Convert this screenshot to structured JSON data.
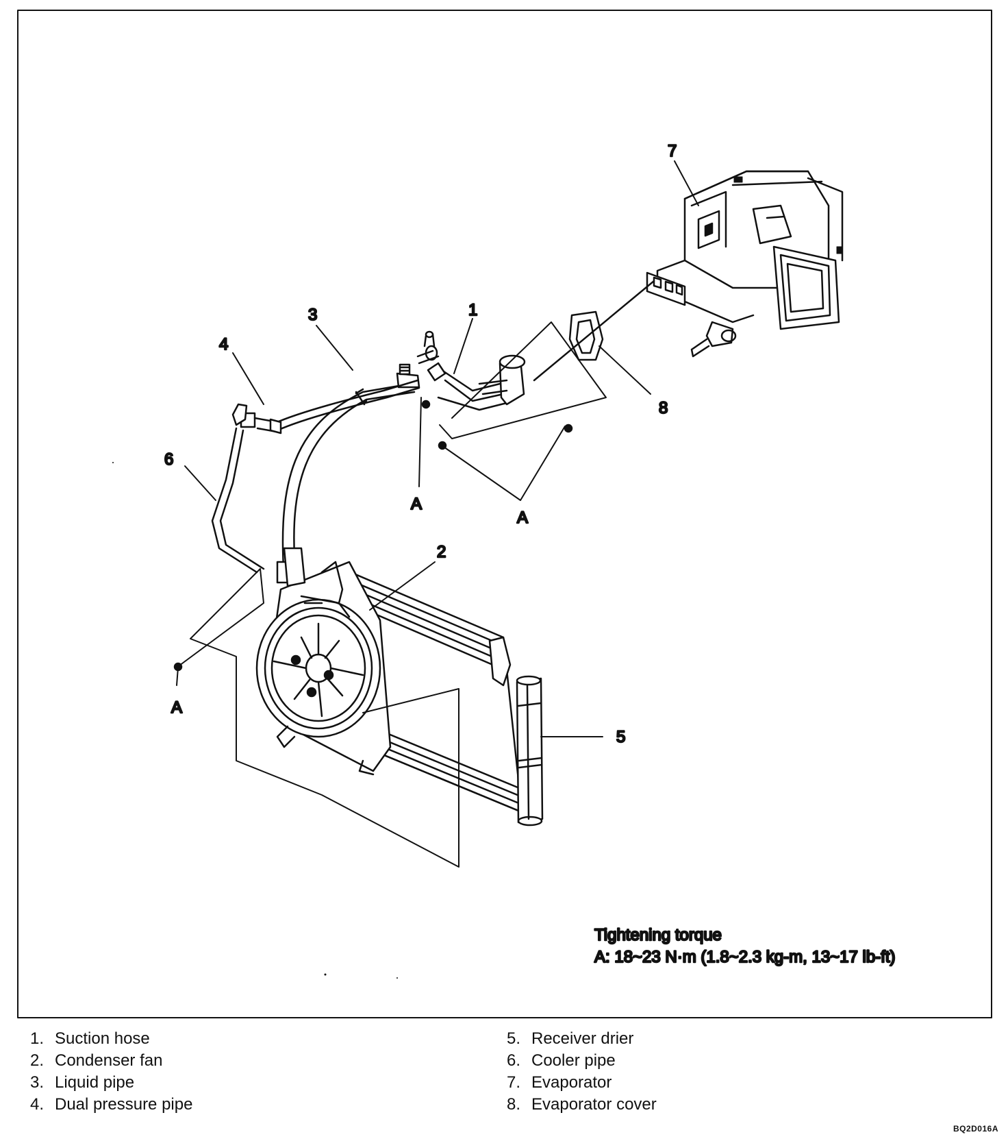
{
  "callouts": {
    "c1": "1",
    "c2": "2",
    "c3": "3",
    "c4": "4",
    "c5": "5",
    "c6": "6",
    "c7": "7",
    "c8": "8",
    "a1": "A",
    "a2": "A",
    "a3": "A"
  },
  "torque": {
    "title": "Tightening torque",
    "spec": "A: 18~23 N·m (1.8~2.3 kg-m, 13~17 lb-ft)"
  },
  "legend": {
    "left": [
      {
        "num": "1.",
        "label": "Suction hose"
      },
      {
        "num": "2.",
        "label": "Condenser fan"
      },
      {
        "num": "3.",
        "label": "Liquid pipe"
      },
      {
        "num": "4.",
        "label": "Dual pressure pipe"
      }
    ],
    "right": [
      {
        "num": "5.",
        "label": "Receiver drier"
      },
      {
        "num": "6.",
        "label": "Cooler pipe"
      },
      {
        "num": "7.",
        "label": "Evaporator"
      },
      {
        "num": "8.",
        "label": "Evaporator cover"
      }
    ]
  },
  "figure_code": "BQ2D016A"
}
